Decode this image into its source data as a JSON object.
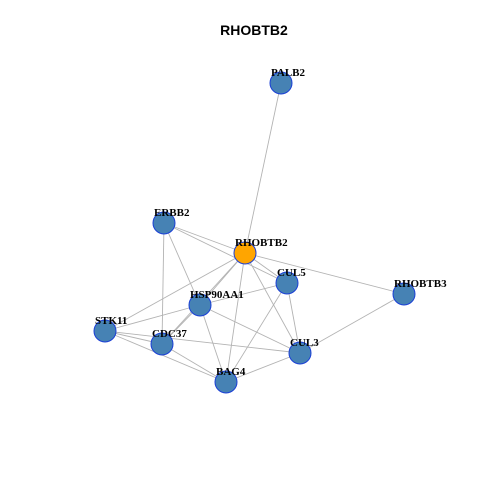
{
  "title": "RHOBTB2",
  "colors": {
    "node_fill": "#4682b4",
    "center_fill": "#ffa500",
    "node_stroke": "#1a3fd6",
    "edge": "#b3b3b3"
  },
  "nodes": [
    {
      "id": "PALB2",
      "label": "PALB2",
      "center": false
    },
    {
      "id": "ERBB2",
      "label": "ERBB2",
      "center": false
    },
    {
      "id": "RHOBTB2",
      "label": "RHOBTB2",
      "center": true
    },
    {
      "id": "CUL5",
      "label": "CUL5",
      "center": false
    },
    {
      "id": "RHOBTB3",
      "label": "RHOBTB3",
      "center": false
    },
    {
      "id": "HSP90AA1",
      "label": "HSP90AA1",
      "center": false
    },
    {
      "id": "STK11",
      "label": "STK11",
      "center": false
    },
    {
      "id": "CDC37",
      "label": "CDC37",
      "center": false
    },
    {
      "id": "CUL3",
      "label": "CUL3",
      "center": false
    },
    {
      "id": "BAG4",
      "label": "BAG4",
      "center": false
    }
  ],
  "edges": [
    [
      "PALB2",
      "RHOBTB2"
    ],
    [
      "ERBB2",
      "RHOBTB2"
    ],
    [
      "ERBB2",
      "HSP90AA1"
    ],
    [
      "ERBB2",
      "CDC37"
    ],
    [
      "ERBB2",
      "CUL5"
    ],
    [
      "RHOBTB2",
      "CUL5"
    ],
    [
      "RHOBTB2",
      "HSP90AA1"
    ],
    [
      "RHOBTB2",
      "STK11"
    ],
    [
      "RHOBTB2",
      "CDC37"
    ],
    [
      "RHOBTB2",
      "CUL3"
    ],
    [
      "RHOBTB2",
      "BAG4"
    ],
    [
      "RHOBTB2",
      "RHOBTB3"
    ],
    [
      "CUL5",
      "HSP90AA1"
    ],
    [
      "CUL5",
      "CUL3"
    ],
    [
      "CUL5",
      "BAG4"
    ],
    [
      "RHOBTB3",
      "CUL3"
    ],
    [
      "HSP90AA1",
      "STK11"
    ],
    [
      "HSP90AA1",
      "CDC37"
    ],
    [
      "HSP90AA1",
      "CUL3"
    ],
    [
      "HSP90AA1",
      "BAG4"
    ],
    [
      "STK11",
      "CDC37"
    ],
    [
      "STK11",
      "CUL3"
    ],
    [
      "STK11",
      "BAG4"
    ],
    [
      "CDC37",
      "BAG4"
    ],
    [
      "BAG4",
      "CUL3"
    ]
  ]
}
